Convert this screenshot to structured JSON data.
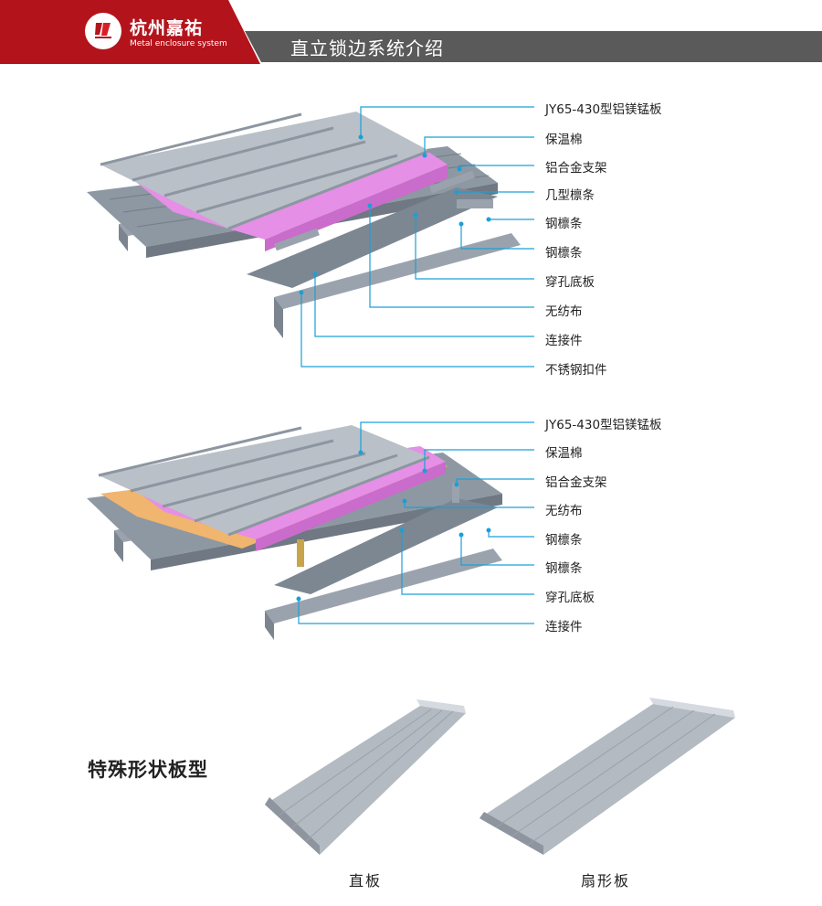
{
  "header": {
    "brand_name": "杭州嘉祐",
    "brand_subtitle": "Metal enclosure system",
    "page_title": "直立锁边系统介绍"
  },
  "diagram1": {
    "labels": [
      "JY65-430型铝镁锰板",
      "保温棉",
      "铝合金支架",
      "几型檩条",
      "钢檩条",
      "钢檩条",
      "穿孔底板",
      "无纺布",
      "连接件",
      "不锈钢扣件"
    ]
  },
  "diagram2": {
    "labels": [
      "JY65-430型铝镁锰板",
      "保温棉",
      "铝合金支架",
      "无纺布",
      "钢檩条",
      "钢檩条",
      "穿孔底板",
      "连接件"
    ]
  },
  "special": {
    "title": "特殊形状板型",
    "panels": [
      "直板",
      "扇形板"
    ]
  },
  "colors": {
    "brand_red": "#b3141c",
    "title_bar": "#5a5a5a",
    "leader_line": "#1aa0d8",
    "panel_metal": "#a9b0ba",
    "insulation_pink": "#e58fe6",
    "felt_orange": "#f0b56e"
  }
}
